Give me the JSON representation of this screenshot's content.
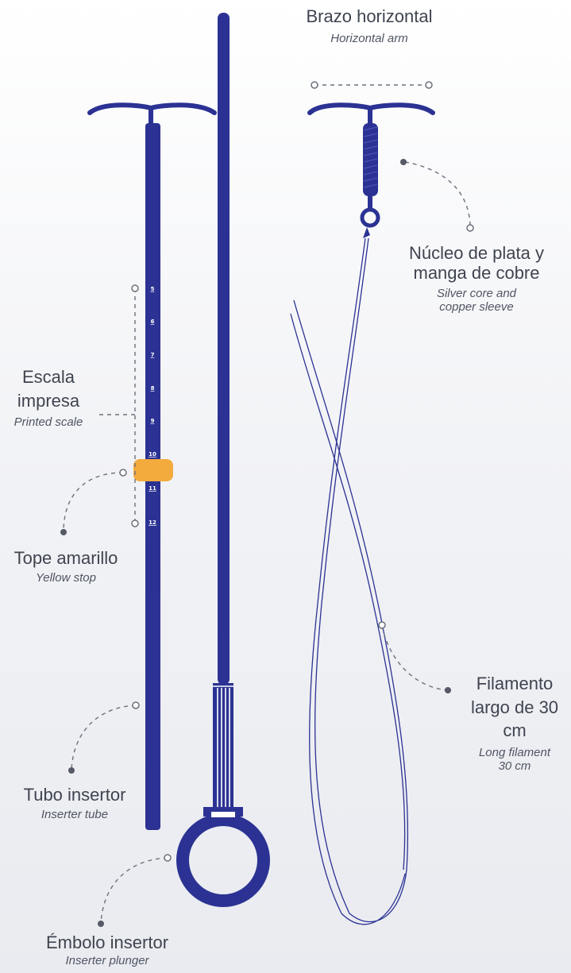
{
  "colors": {
    "device_blue": "#2b3293",
    "stop_yellow": "#f3ab3e",
    "pointer_gray": "#555a66"
  },
  "labels": {
    "horizontal_arm": {
      "es": "Brazo horizontal",
      "en": "Horizontal arm"
    },
    "silver_core": {
      "es": "Núcleo de plata y manga de cobre",
      "en": "Silver core and copper sleeve"
    },
    "printed_scale": {
      "es": "Escala impresa",
      "en": "Printed scale"
    },
    "yellow_stop": {
      "es": "Tope amarillo",
      "en": "Yellow stop"
    },
    "filament": {
      "es": "Filamento largo de 30 cm",
      "en": "Long filament 30 cm"
    },
    "inserter_tube": {
      "es": "Tubo insertor",
      "en": "Inserter tube"
    },
    "inserter_plunger": {
      "es": "Émbolo insertor",
      "en": "Inserter plunger"
    }
  },
  "scale_marks": [
    "5",
    "6",
    "7",
    "8",
    "9",
    "10",
    "11",
    "12"
  ]
}
